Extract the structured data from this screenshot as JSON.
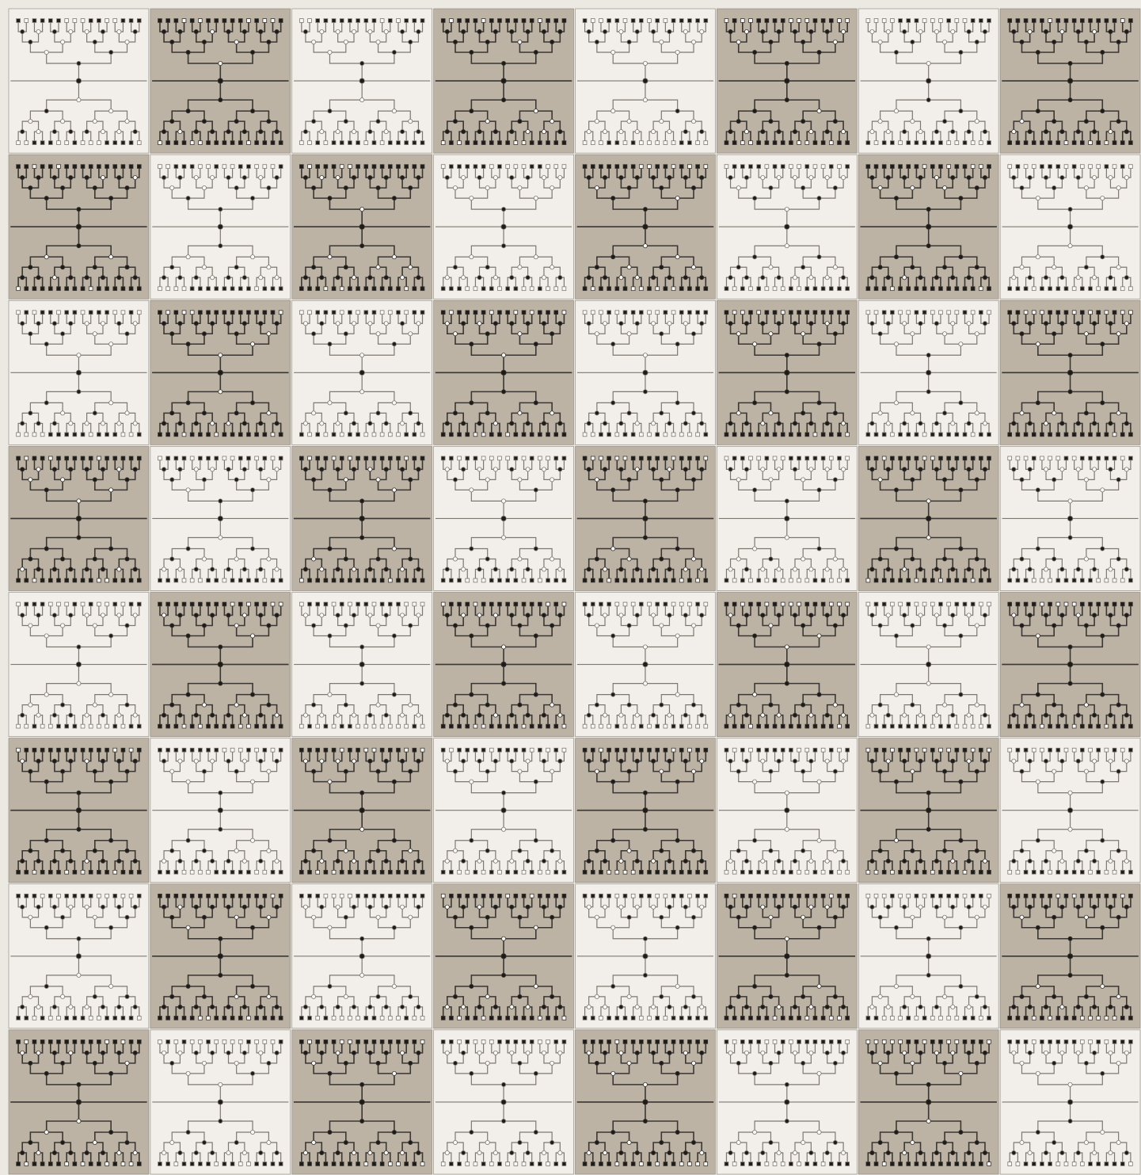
{
  "artwork": {
    "grid": {
      "rows": 8,
      "columns": 8
    },
    "pattern": "checkerboard",
    "first_cell_tone": "light",
    "tile_motif": "mirrored-binary-trees",
    "top_tree_leaves": 16,
    "bottom_tree_leaves": 16,
    "colors": {
      "background": "#ece8e2",
      "light_tile": "#f2efea",
      "dark_tile": "#bcb3a5",
      "light_tile_ink": "#7d7870",
      "dark_tile_ink": "#3a3631",
      "node_dark": "#1e1c19",
      "node_open": "#fbfaf7",
      "grout": "#8a857d"
    }
  }
}
